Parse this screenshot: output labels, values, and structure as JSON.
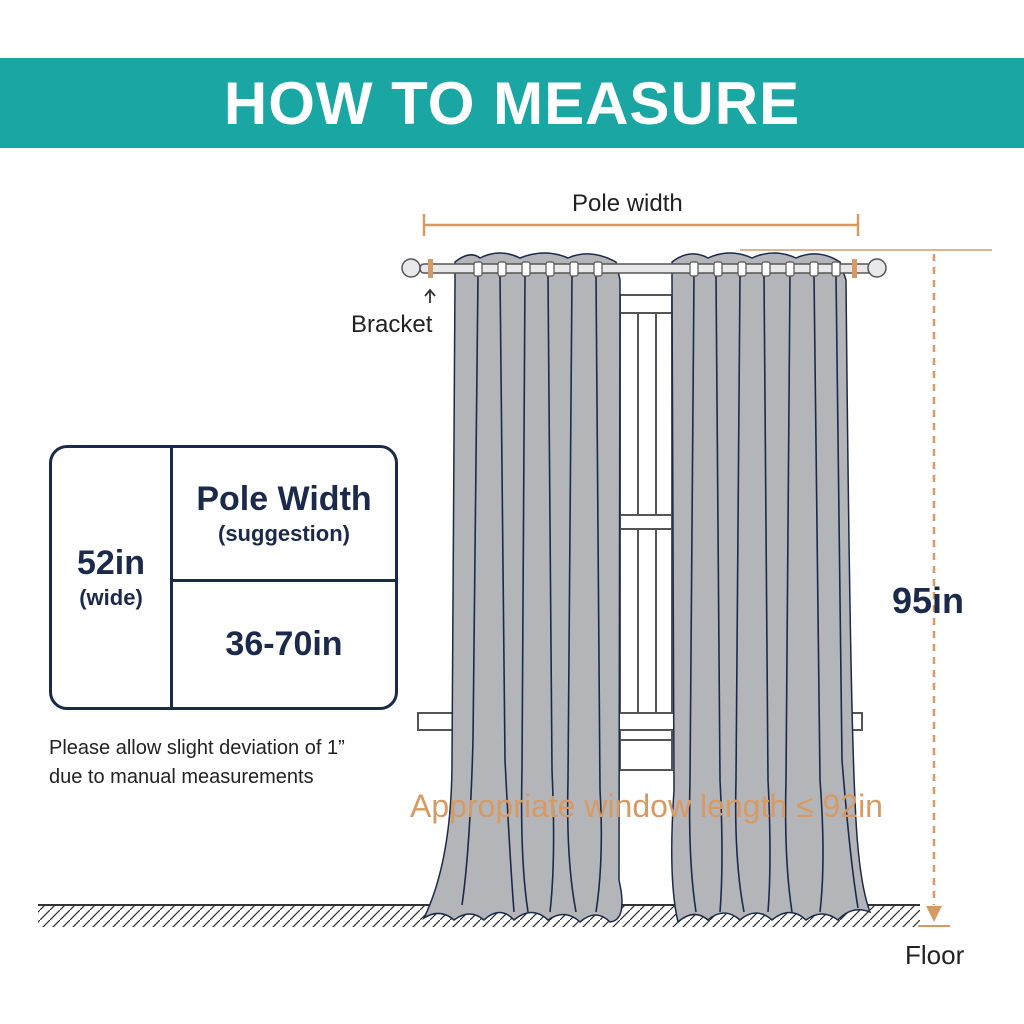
{
  "header": {
    "title": "HOW TO MEASURE"
  },
  "diagram": {
    "pole_width_label": "Pole width",
    "bracket_label": "Bracket",
    "height_value": "95in",
    "floor_label": "Floor",
    "window_note": "Appropriate window length ≤ 92in"
  },
  "size_table": {
    "width_value": "52in",
    "width_note": "(wide)",
    "header_title": "Pole Width",
    "header_note": "(suggestion)",
    "range_value": "36-70in"
  },
  "disclaimer": {
    "line1": "Please allow slight deviation of 1”",
    "line2": "due to manual measurements"
  },
  "colors": {
    "banner": "#1aa6a3",
    "measure_line": "#d89a63",
    "navy_text": "#1b2a4a",
    "curtain": "#b4b5b8"
  }
}
